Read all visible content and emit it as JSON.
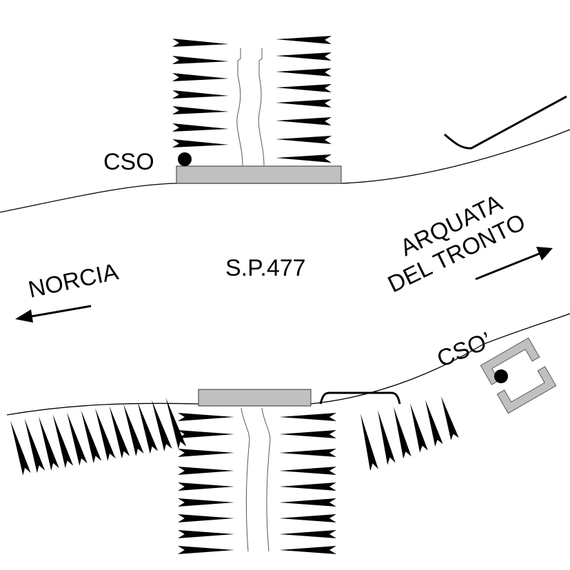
{
  "labels": {
    "cso_top": "CSO",
    "cso_bottom": "CSO’",
    "road": "S.P.477",
    "west": "NORCIA",
    "east_line1": "ARQUATA",
    "east_line2": "DEL TRONTO"
  },
  "colors": {
    "ink": "#000000",
    "structure_fill": "#c0c0c0",
    "structure_stroke": "#333333",
    "stream": "#555555"
  }
}
